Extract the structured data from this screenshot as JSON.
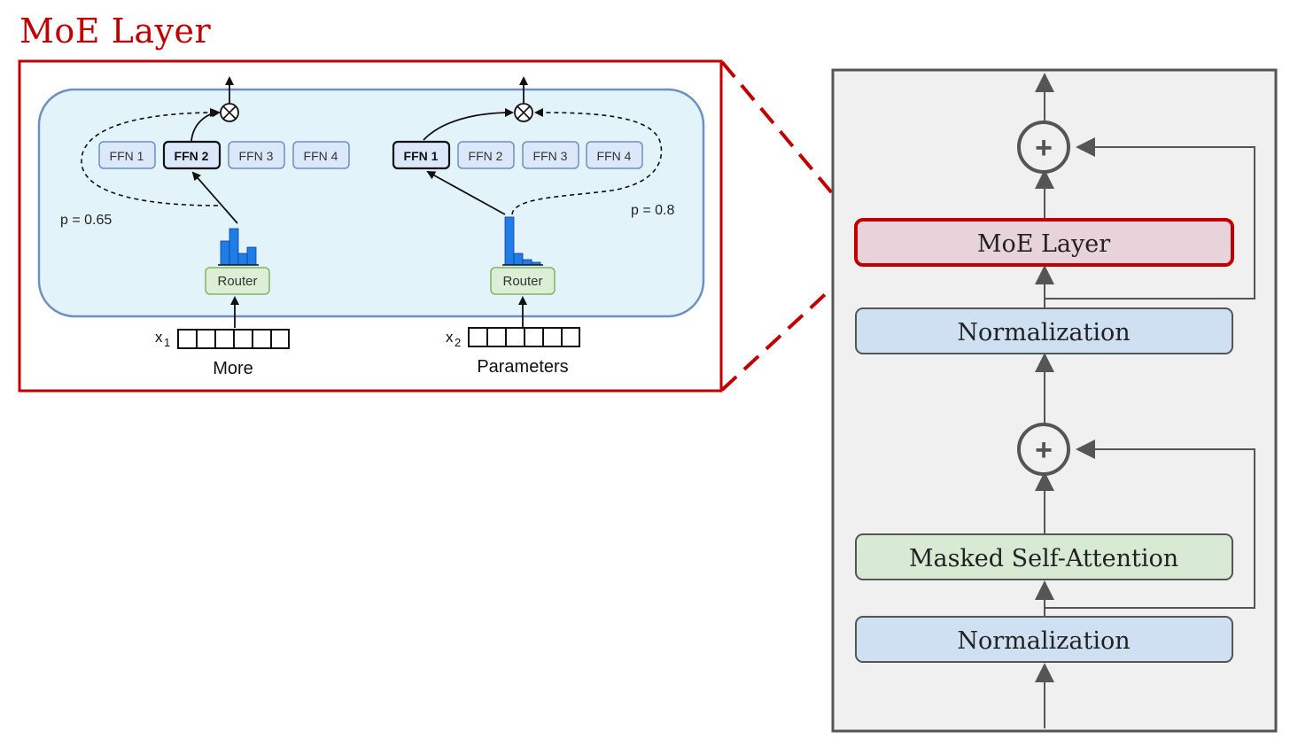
{
  "title": "MoE Layer",
  "moe_detail": {
    "tokens": [
      {
        "symbol": "x",
        "subscript": "1",
        "word": "More",
        "router_label": "Router",
        "probability": "p = 0.65",
        "selected_expert": "FFN 2"
      },
      {
        "symbol": "x",
        "subscript": "2",
        "word": "Parameters",
        "router_label": "Router",
        "probability": "p = 0.8",
        "selected_expert": "FFN 1"
      }
    ],
    "experts": [
      "FFN 1",
      "FFN 2",
      "FFN 3",
      "FFN 4"
    ],
    "combine_symbol": "⊗"
  },
  "transformer_block": {
    "add_symbol": "+",
    "layers": [
      {
        "label": "MoE Layer"
      },
      {
        "label": "Normalization"
      },
      {
        "label": "Masked Self-Attention"
      },
      {
        "label": "Normalization"
      }
    ]
  },
  "colors": {
    "accent_red": "#c00000",
    "moe_fill": "#e8d3da",
    "norm_fill": "#cfe0f3",
    "attention_fill": "#d8ead3",
    "panel_fill": "#f0f0f0",
    "detail_fill": "#e3f3fa",
    "expert_fill": "#dbe8f9",
    "router_fill": "#dcefd6",
    "bar_color": "#1f7de8"
  }
}
